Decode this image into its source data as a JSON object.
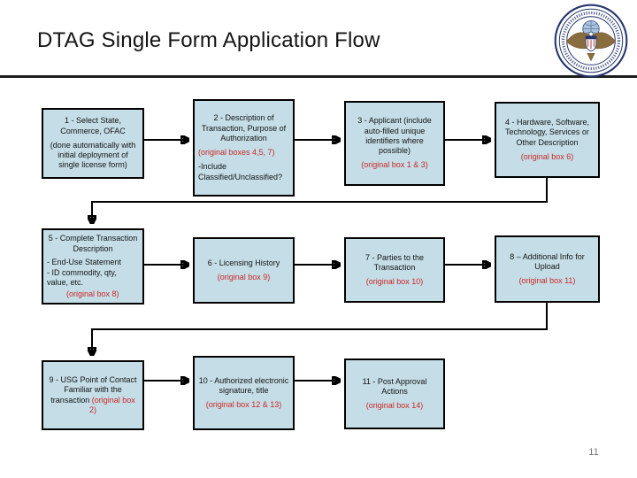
{
  "slide": {
    "title": "DTAG Single Form Application Flow",
    "page_number": "11"
  },
  "colors": {
    "box_fill": "#c4dde6",
    "accent_red": "#cc2929"
  },
  "logo": {
    "name": "U.S. Department of State seal"
  },
  "boxes": {
    "box1": {
      "p1": "1 - Select State, Commerce, OFAC",
      "p2": "(done automatically with initial deployment of single license form)"
    },
    "box2": {
      "p1": "2 - Description of Transaction, Purpose of Authorization",
      "ref": "(original boxes 4,5, 7)",
      "p2": "-Include Classified/Unclassified?"
    },
    "box3": {
      "p1": "3 - Applicant (include auto-filled unique identifiers where possible)",
      "ref": "(original box 1 & 3)"
    },
    "box4": {
      "p1": "4 - Hardware, Software, Technology, Services or Other Description",
      "ref": "(original box 6)"
    },
    "box5": {
      "p1": "5 - Complete Transaction Description",
      "item1": "- End-Use Statement",
      "item2": "- ID commodity, qty, value, etc.",
      "ref": "(original box 8)"
    },
    "box6": {
      "p1": "6 - Licensing History",
      "ref": "(original box 9)"
    },
    "box7": {
      "p1": "7 - Parties to the Transaction",
      "ref": "(original box 10)"
    },
    "box8": {
      "p1": "8 – Additional Info for Upload",
      "ref": "(original box 11)"
    },
    "box9": {
      "p1": "9 - USG Point of Contact Familiar with the transaction ",
      "ref": "(original box 2)"
    },
    "box10": {
      "p1": "10 - Authorized electronic signature, title",
      "ref": "(original box 12 & 13)"
    },
    "box11": {
      "p1": "11 - Post Approval Actions",
      "ref": "(original box 14)"
    }
  }
}
